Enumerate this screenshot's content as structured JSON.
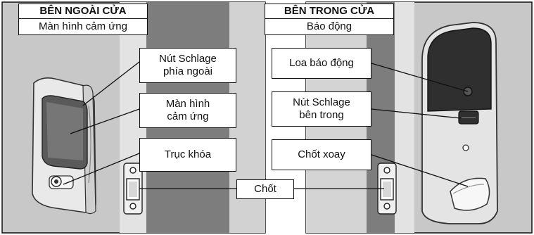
{
  "outside": {
    "title": "BÊN NGOÀI CỬA",
    "subtitle": "Màn hình cảm ứng",
    "labels": {
      "outer_button": [
        "Nút Schlage",
        "phía ngoài"
      ],
      "touchscreen": [
        "Màn hình",
        "cảm ứng"
      ],
      "key_cylinder": "Trục khóa"
    }
  },
  "inside": {
    "title": "BÊN TRONG CỬA",
    "subtitle": "Báo động",
    "labels": {
      "alarm_speaker": "Loa báo động",
      "inner_button": [
        "Nút Schlage",
        "bên trong"
      ],
      "thumbturn": "Chốt xoay"
    }
  },
  "center": {
    "bolt": "Chốt"
  },
  "colors": {
    "background_gray": "#c8c8c8",
    "door_edge_gray": "#7c7c7c",
    "light_strip": "#e2e2e2",
    "lock_dark": "#2e2e2e"
  }
}
